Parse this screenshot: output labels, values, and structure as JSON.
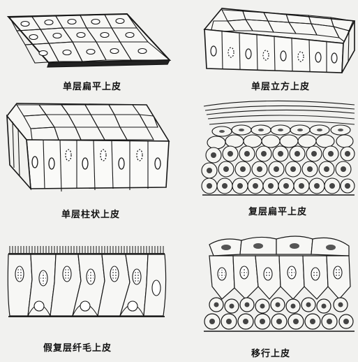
{
  "captions": {
    "simple_squamous": "单层扁平上皮",
    "simple_cuboidal": "单层立方上皮",
    "simple_columnar": "单层柱状上皮",
    "stratified_squamous": "复层扁平上皮",
    "pseudostratified_ciliated": "假复层纤毛上皮",
    "transitional": "移行上皮"
  },
  "colors": {
    "ink": "#161616",
    "paper": "#f1f1ef",
    "nucleus": "#4a4a4a"
  }
}
